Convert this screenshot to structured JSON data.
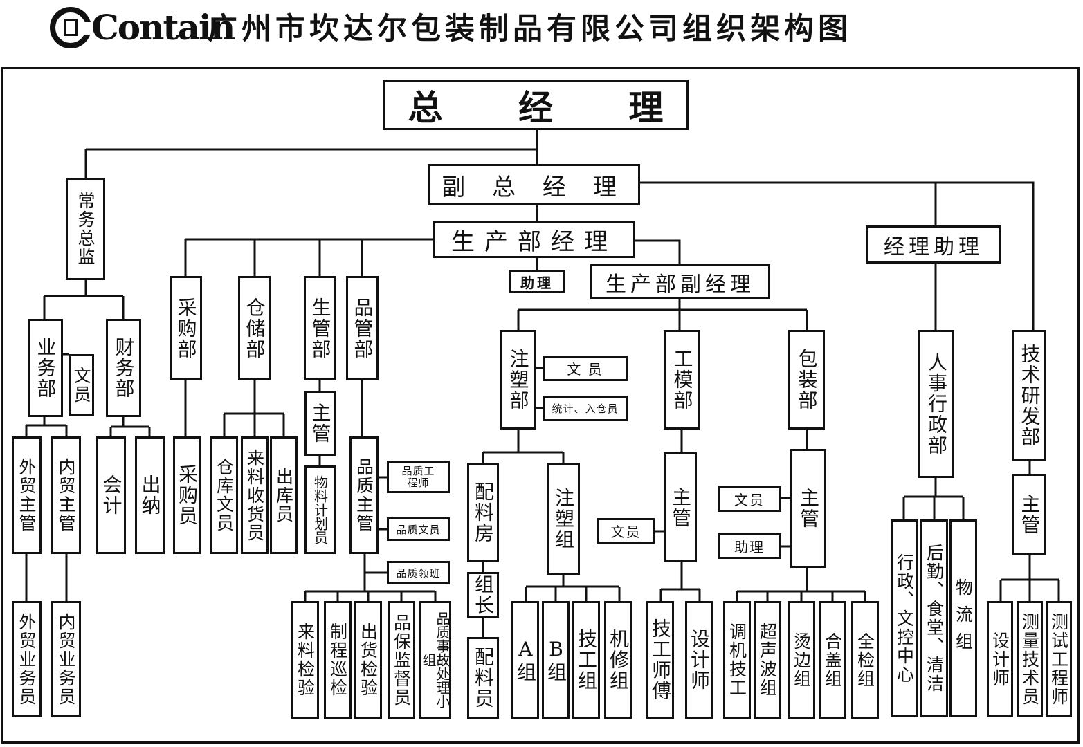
{
  "header": {
    "logo_text": "Contain",
    "title": "广州市坎达尔包装制品有限公司组织架构图"
  },
  "chart": {
    "gm": "总 经 理",
    "deputy_gm": "副 总 经 理",
    "prod_manager": "生产部经理",
    "prod_assistant": "助理",
    "prod_deputy": "生产部副经理",
    "manager_assistant": "经理助理",
    "executive_director": "常务总监",
    "sales_dept": "业务部",
    "sales_clerk": "文员",
    "finance_dept": "财务部",
    "foreign_trade_supervisor": "外贸主管",
    "domestic_trade_supervisor": "内贸主管",
    "foreign_trade_staff": "外贸业务员",
    "domestic_trade_staff": "内贸业务员",
    "accountant": "会计",
    "cashier": "出纳",
    "purchasing_dept": "采购部",
    "purchaser": "采购员",
    "warehouse_dept": "仓储部",
    "warehouse_clerk": "仓库文员",
    "receiving_clerk": "来料收货员",
    "outbound_clerk": "出库员",
    "production_control_dept": "生管部",
    "pc_supervisor": "主管",
    "material_planner": "物料计划员",
    "quality_dept": "品管部",
    "quality_supervisor": "品质主管",
    "quality_engineer": "品质工程师",
    "quality_clerk": "品质文员",
    "quality_leader": "品质领班",
    "incoming_inspection": "来料检验",
    "process_patrol": "制程巡检",
    "outgoing_inspection": "出货检验",
    "qa_supervisor": "品保监督员",
    "quality_incident": "品质事故处理小组",
    "injection_dept": "注塑部",
    "injection_clerk": "文 员",
    "stats_clerk": "统计、入仓员",
    "mixing_room": "配料房",
    "team_leader": "组长",
    "mixer": "配料员",
    "injection_group": "注塑组",
    "group_a": "A组",
    "group_b": "B组",
    "tech_group": "技工组",
    "repair_group": "机修组",
    "mold_dept": "工模部",
    "mold_supervisor": "主管",
    "mold_clerk": "文员",
    "mold_master": "技工师傅",
    "designer": "设计师",
    "packing_dept": "包装部",
    "packing_supervisor": "主管",
    "packing_clerk": "文员",
    "packing_assistant": "助理",
    "adjuster": "调机技工",
    "ultrasonic_group": "超声波组",
    "hotedge_group": "烫边组",
    "lid_group": "合盖组",
    "fullcheck_group": "全检组",
    "hr_dept": "人事行政部",
    "admin_center": "行政、文控中心",
    "logistics": "后勤、食堂、清洁",
    "logistics_group": "物流组",
    "rd_dept": "技术研发部",
    "rd_supervisor": "主管",
    "rd_designer": "设计师",
    "survey_tech": "测量技术员",
    "test_engineer": "测试工程师"
  }
}
